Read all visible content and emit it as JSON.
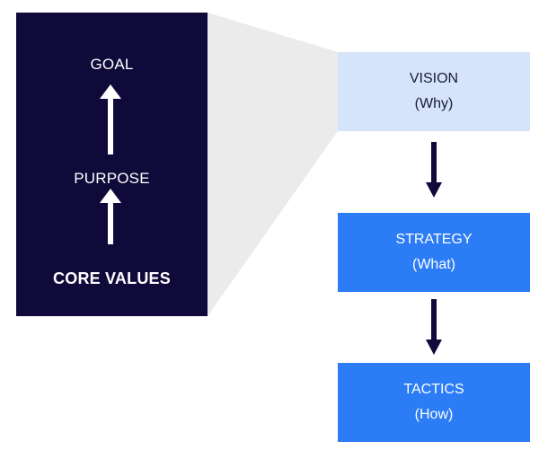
{
  "left_panel": {
    "goal": "GOAL",
    "purpose": "PURPOSE",
    "core_values": "CORE VALUES"
  },
  "flow": [
    {
      "title": "VISION",
      "subtitle": "(Why)"
    },
    {
      "title": "STRATEGY",
      "subtitle": "(What)"
    },
    {
      "title": "TACTICS",
      "subtitle": "(How)"
    }
  ],
  "colors": {
    "panel_bg": "#0f0a3a",
    "vision_bg": "#d5e4fb",
    "box_bg": "#2b7cf5",
    "connector": "#ebebeb",
    "arrow_dark": "#0f0a3a"
  }
}
